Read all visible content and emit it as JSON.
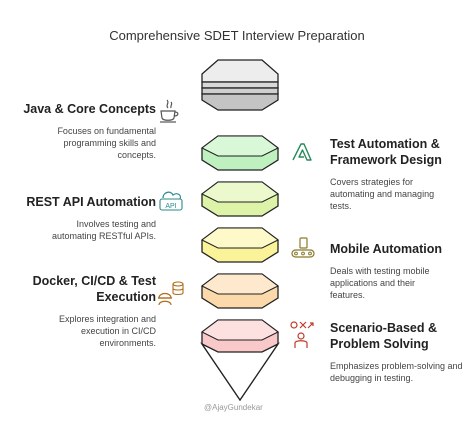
{
  "title": "Comprehensive SDET Interview Preparation",
  "items": [
    {
      "heading": "Java & Core Concepts",
      "description": "Focuses on fundamental programming skills and concepts.",
      "icon": "java-icon",
      "color": "#c9c9c9"
    },
    {
      "heading": "Test Automation & Framework Design",
      "description": "Covers strategies for automating and managing tests.",
      "icon": "framework-icon",
      "color": "#c8f0c8"
    },
    {
      "heading": "REST API Automation",
      "description": "Involves testing and automating RESTful APIs.",
      "icon": "api-cloud-icon",
      "color": "#dff5b2"
    },
    {
      "heading": "Mobile Automation",
      "description": "Deals with testing mobile applications and their features.",
      "icon": "mobile-automation-icon",
      "color": "#fbf5a8"
    },
    {
      "heading": "Docker, CI/CD & Test Execution",
      "description": "Explores integration and execution in CI/CD environments.",
      "icon": "docker-worker-icon",
      "color": "#fde0b8"
    },
    {
      "heading": "Scenario-Based & Problem Solving",
      "description": "Emphasizes problem-solving and debugging in testing.",
      "icon": "problem-solving-icon",
      "color": "#fbd0d0"
    }
  ],
  "watermark": "@AjayGundekar"
}
